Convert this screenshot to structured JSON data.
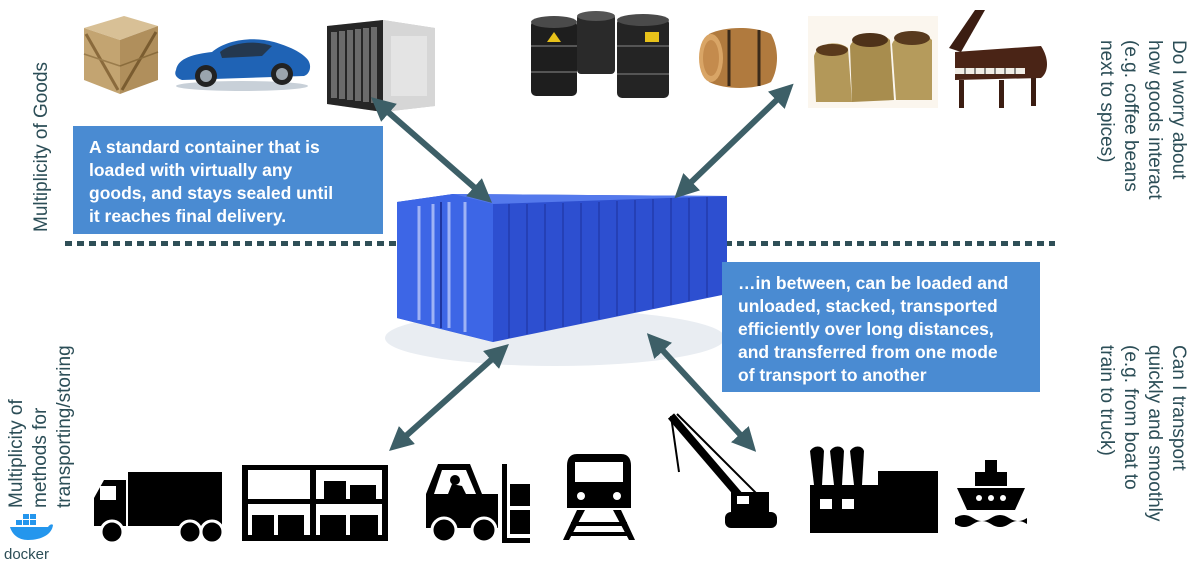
{
  "left_top_label": "Multiplicity of Goods",
  "left_bottom_label_lines": [
    "Multiplicity of",
    "methods for",
    "transporting/storing"
  ],
  "right_top_label_lines": [
    "Do I worry about",
    "how goods interact",
    "(e.g. coffee beans",
    "next to spices)"
  ],
  "right_bottom_label_lines": [
    "Can I transport",
    "quickly and smoothly",
    "(e.g. from boat to",
    "train to truck)"
  ],
  "callout_top_lines": [
    "A standard container that is",
    "loaded with virtually any",
    "goods, and stays sealed until",
    "it reaches final delivery."
  ],
  "callout_bottom_lines": [
    "…in between, can be loaded and",
    "unloaded, stacked, transported",
    "efficiently over long distances,",
    "and transferred from one mode",
    "of transport to another"
  ],
  "logo_text": "docker",
  "colors": {
    "callout": "#4a8bd2",
    "container": "#3a5fd9",
    "arrow": "#3d5f67",
    "label": "#2c4e57"
  },
  "icons": {
    "goods": [
      "crate-icon",
      "sports-car-icon",
      "server-rack-icon",
      "oil-drums-icon",
      "wine-barrel-icon",
      "coffee-sacks-icon",
      "grand-piano-icon"
    ],
    "transport": [
      "truck-icon",
      "warehouse-shelves-icon",
      "forklift-icon",
      "train-icon",
      "crane-icon",
      "factory-icon",
      "ship-icon"
    ]
  }
}
